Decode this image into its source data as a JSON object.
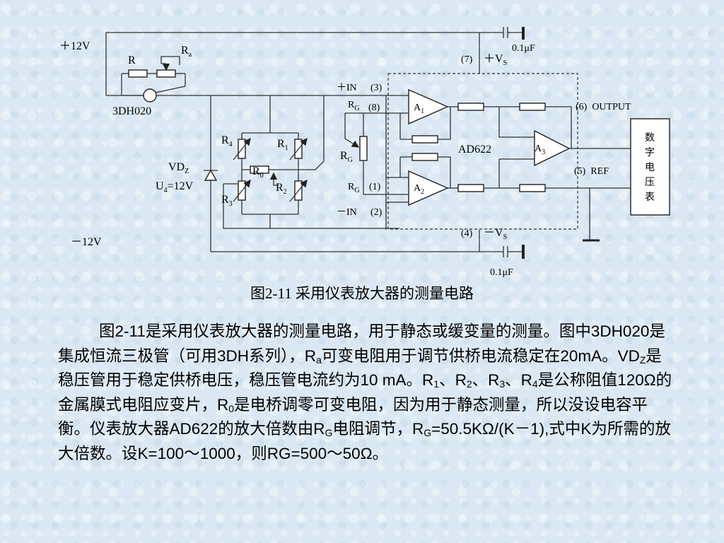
{
  "diagram": {
    "labels": {
      "plus12v": "＋12V",
      "minus12v": "－12V",
      "r": "R",
      "ra_main": "R",
      "ra_sub": "a",
      "transistor": "3DH020",
      "vdz_main": "VD",
      "vdz_sub": "Z",
      "u4_main": "U",
      "u4_sub": "4",
      "u4_rest": "=12V",
      "r4_main": "R",
      "r4_sub": "4",
      "r1_main": "R",
      "r1_sub": "1",
      "r0_main": "R",
      "r0_sub": "0",
      "r3_main": "R",
      "r3_sub": "3",
      "r2_main": "R",
      "r2_sub": "2",
      "in_plus": "＋IN",
      "pin3": "(3)",
      "rg_main": "R",
      "rg_sub": "G",
      "pin8": "(8)",
      "pin1": "(1)",
      "in_minus": "－IN",
      "pin2": "(2)",
      "a1_main": "A",
      "a1_sub": "1",
      "a2_main": "A",
      "a2_sub": "2",
      "a3_main": "A",
      "a3_sub": "3",
      "chip": "AD622",
      "pin7": "(7)",
      "plus_vs_main": "＋V",
      "plus_vs_sub": "S",
      "pin4": "(4)",
      "minus_vs_main": "－V",
      "minus_vs_sub": "S",
      "cap_top": "0.1μF",
      "cap_bottom": "0.1μF",
      "pin6_output": "(6)  OUTPUT",
      "pin5_ref": "(5)  REF",
      "meter": [
        "数",
        "字",
        "电",
        "压",
        "表"
      ]
    }
  },
  "caption": "图2-11 采用仪表放大器的测量电路",
  "paragraph": {
    "s1": "图2-11是采用仪表放大器的测量电路，用于静态或缓变量的测量。图中3DH020是集成恒流三极管（可用3DH系列），R",
    "s1_sub": "a",
    "s2": "可变电阻用于调节供桥电流稳定在20mA。VD",
    "s2_sub": "Z",
    "s3": "是稳压管用于稳定供桥电压，稳压管电流约为10 mA。R",
    "s3_sub": "1",
    "s4": "、R",
    "s4_sub": "2",
    "s5": "、R",
    "s5_sub": "3",
    "s6": "、R",
    "s6_sub": "4",
    "s7": "是公称阻值120Ω的金属膜式电阻应变片，R",
    "s7_sub": "0",
    "s8": "是电桥调零可变电阻，因为用于静态测量，所以没设电容平衡。仪表放大器AD622的放大倍数由R",
    "s8_sub": "G",
    "s9": "电阻调节，R",
    "s9_sub": "G",
    "s10": "=50.5KΩ/(K－1),式中K为所需的放大倍数。设K=100～1000，则RG=500～50Ω。"
  }
}
